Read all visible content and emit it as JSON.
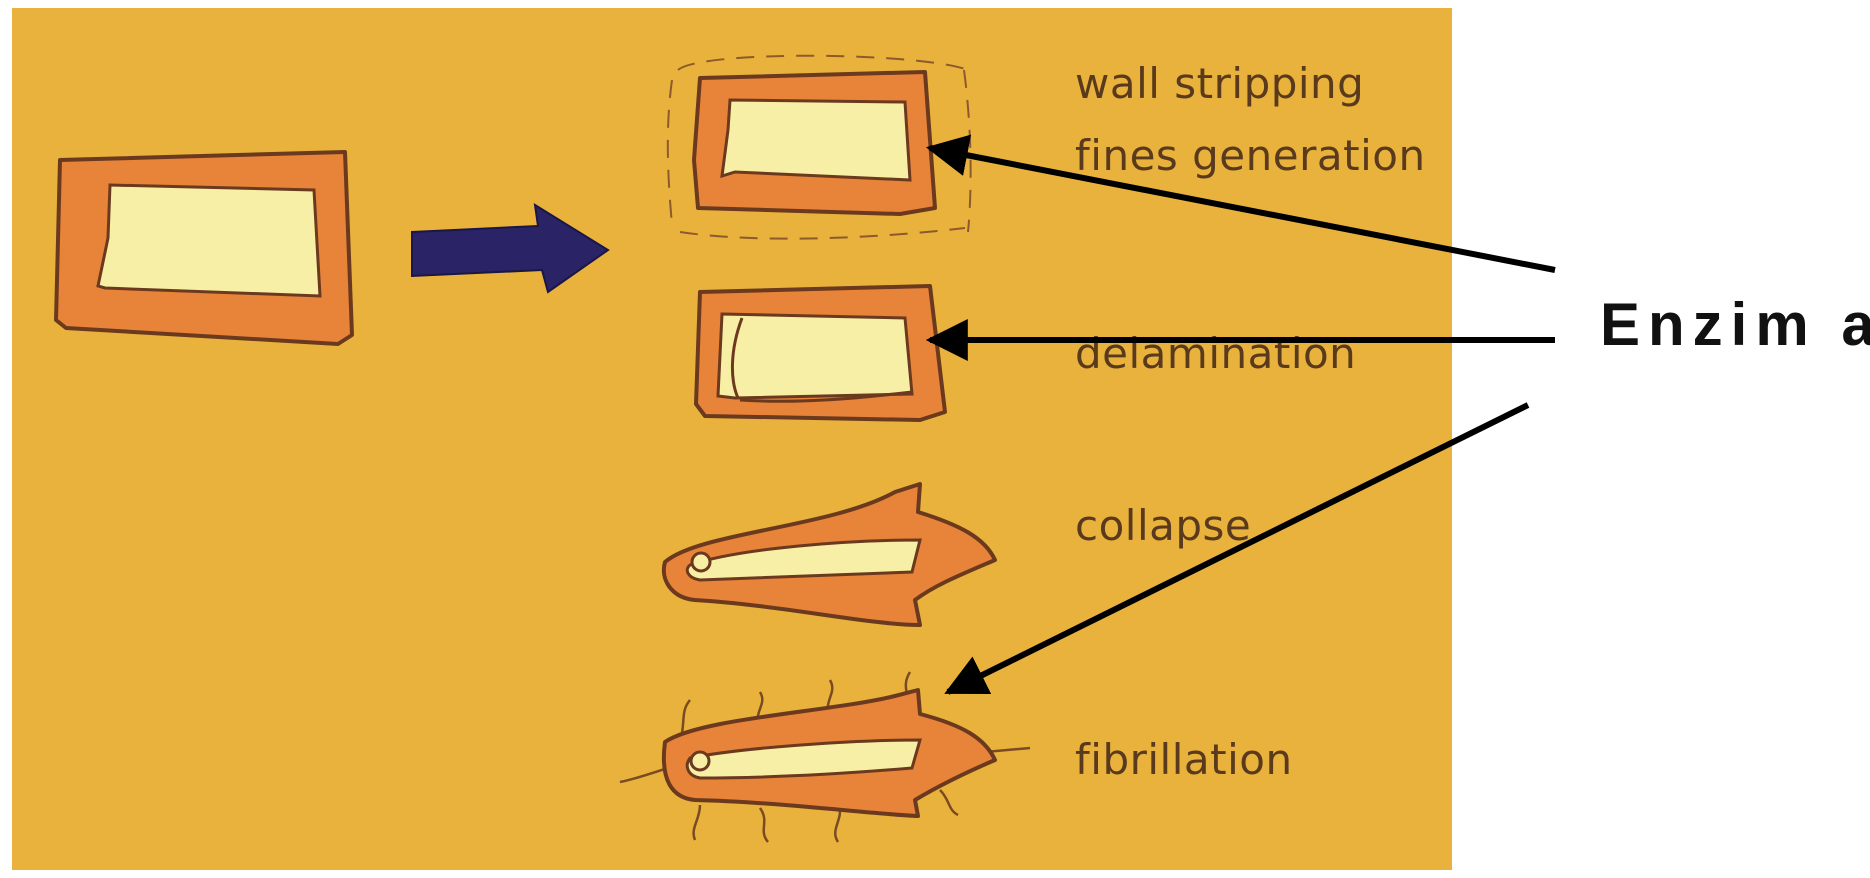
{
  "labels": {
    "wall_stripping": "wall stripping",
    "fines_generation": "fines generation",
    "delamination": "delamination",
    "collapse": "collapse",
    "fibrillation": "fibrillation",
    "enzyme": "Enzim a"
  },
  "colors": {
    "background": "#E9B23C",
    "fiber_wall": "#E8833A",
    "fiber_outline": "#6B3A1E",
    "lumen": "#F8EFA6",
    "arrow_big": "#2A2467",
    "pointer": "#000000"
  }
}
